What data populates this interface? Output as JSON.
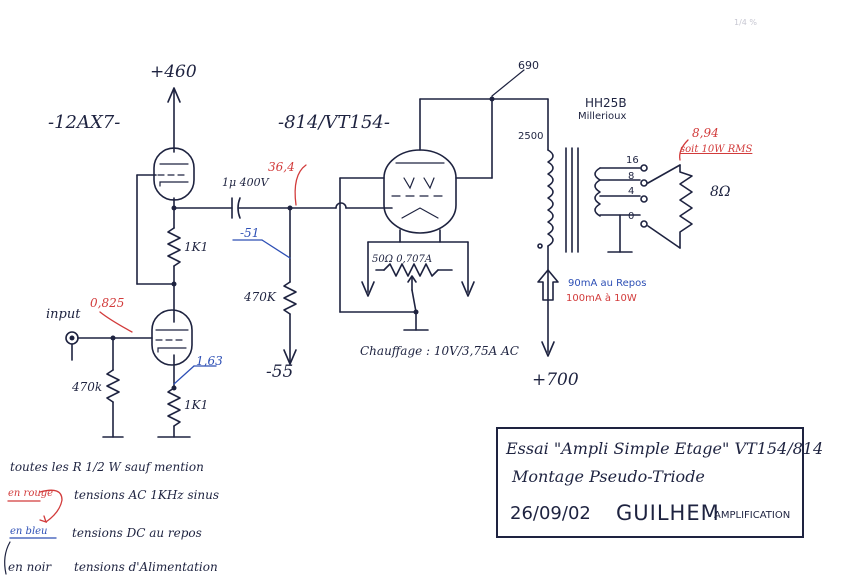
{
  "tubes": {
    "preamp": "-12AX7-",
    "power": "-814/VT154-"
  },
  "supplies": {
    "b_plus_pre": "+460",
    "b_plus_power": "+700",
    "bias": "-55"
  },
  "components": {
    "coupling_cap": "1μ 400V",
    "r_plate": "1K1",
    "r_cathode": "1K1",
    "r_grid_in": "470k",
    "r_grid_power": "470K",
    "heater_pot": "50Ω 0,707A",
    "heater": "Chauffage : 10V/3,75A AC",
    "input": "input"
  },
  "transformer": {
    "name": "HH25B",
    "maker": "Millerioux",
    "primary": "2500",
    "taps": [
      "16",
      "8",
      "4",
      "0"
    ],
    "load": "8Ω"
  },
  "measurements": {
    "plate_voltage": "690",
    "coupling_ac": "36,4",
    "grid_bias": "-51",
    "input_ac": "0,825",
    "cathode_dc": "1,63",
    "output_ac": "8,94",
    "output_power": "soit 10W RMS",
    "idle_current": "90mA au Repos",
    "full_current": "100mA à 10W"
  },
  "title_block": {
    "line1": "Essai \"Ampli Simple Etage\" VT154/814",
    "line2": "Montage Pseudo-Triode",
    "date": "26/09/02",
    "brand": "GUILHEM",
    "brand_sub": "AMPLIFICATION"
  },
  "legend": {
    "note": "toutes les R 1/2 W sauf mention",
    "red_key": "en rouge",
    "red_text": "tensions AC 1KHz sinus",
    "blue_key": "en bleu",
    "blue_text": "tensions DC au repos",
    "black_key": "en noir",
    "black_text": "tensions d'Alimentation"
  },
  "corner_mark": "1/4 %"
}
